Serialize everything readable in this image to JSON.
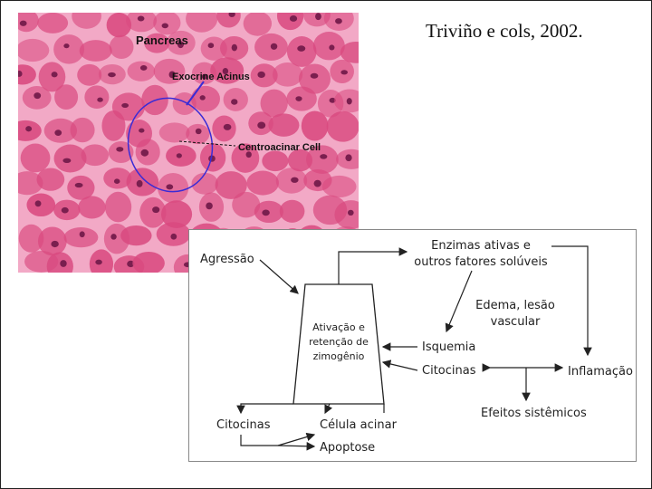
{
  "citation": "Triviño e cols, 2002.",
  "histology": {
    "label_pancreas": "Pancreas",
    "label_acinus": "Exocrine Acinus",
    "label_centroacinar": "Centroacinar Cell"
  },
  "flowchart": {
    "agressao": "Agressão",
    "ativacao": [
      "Ativação e",
      "retenção de",
      "zimogênio"
    ],
    "enzimas": [
      "Enzimas ativas e",
      "outros fatores solúveis"
    ],
    "edema": [
      "Edema, lesão",
      "vascular"
    ],
    "isquemia": "Isquemia",
    "citocinas_right": "Citocinas",
    "inflamacao": "Inflamação",
    "efeitos": "Efeitos sistêmicos",
    "citocinas_left": "Citocinas",
    "celula": "Célula acinar",
    "apoptose": "Apoptose"
  },
  "colors": {
    "tissue": "#e87ba3",
    "cell": "#d9497f",
    "nucleus": "#7a1f4f",
    "acinus_outline": "#3a2bd6"
  }
}
